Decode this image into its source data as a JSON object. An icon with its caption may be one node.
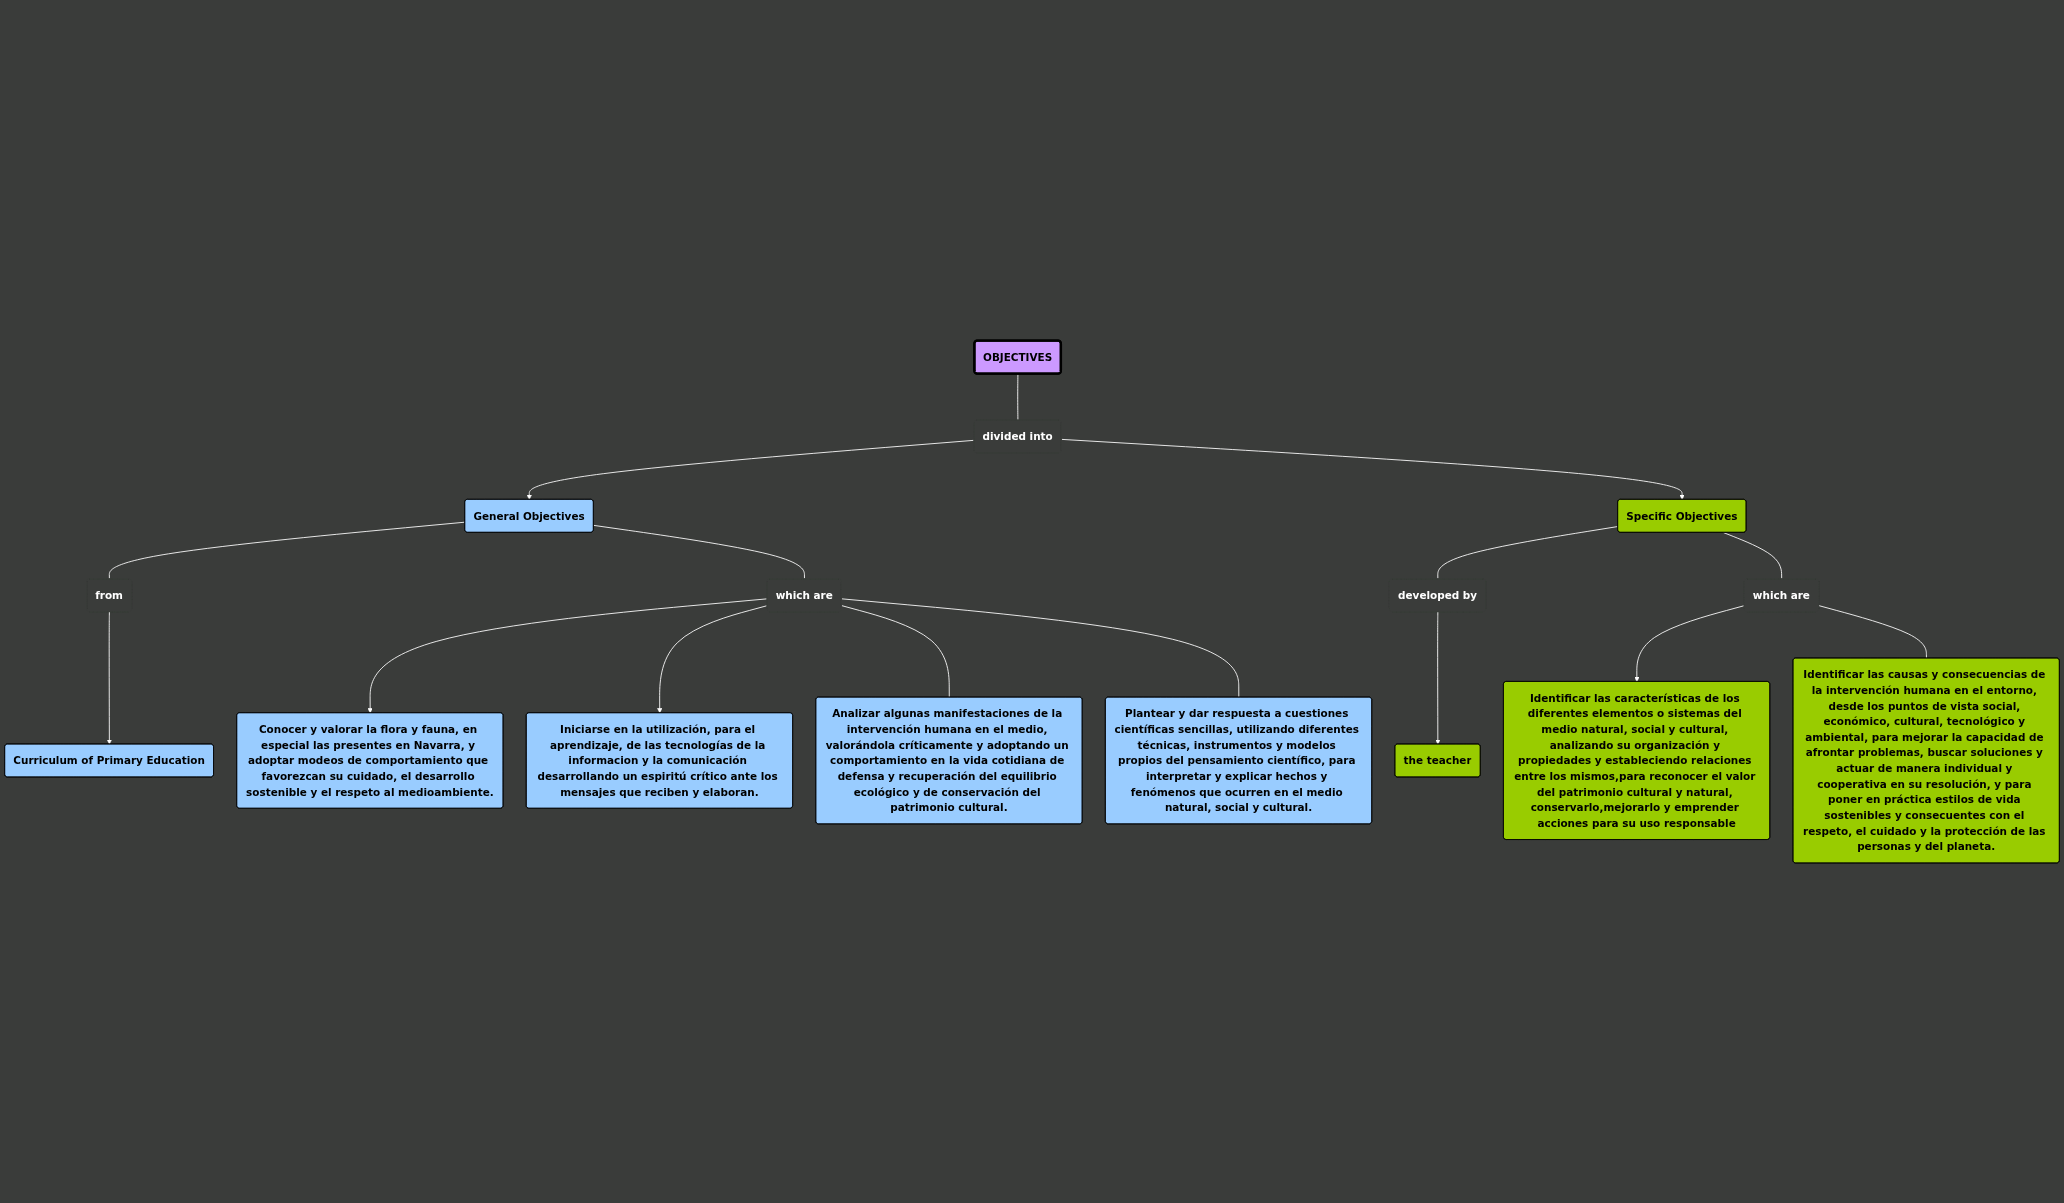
{
  "diagram": {
    "nodes": [
      {
        "text": [
          "OBJECTIVES"
        ]
      },
      {
        "text": [
          "divided into"
        ]
      },
      {
        "text": [
          "General Objectives"
        ]
      },
      {
        "text": [
          "Specific Objectives"
        ]
      },
      {
        "text": [
          "Curriculum of Primary Education"
        ]
      },
      {
        "text": [
          "from"
        ]
      },
      {
        "text": [
          "developed by"
        ]
      },
      {
        "text": [
          "the teacher"
        ]
      },
      {
        "text": [
          "which are"
        ]
      },
      {
        "text": [
          "which are"
        ]
      },
      {
        "text": [
          "Conocer y valorar la flora y fauna, en especial las presentes en Navarra, y adoptar modeos de comportamiento que favorezcan su cuidado, el desarrollo sostenible y el respeto al medioambiente."
        ]
      },
      {
        "text": [
          "Iniciarse en la utilización, para el aprendizaje, de las tecnologías de la informacion y la comunicación desarrollando un espiritú crítico ante los mensajes que reciben y elaboran."
        ]
      },
      {
        "text": [
          "Analizar algunas manifestaciones de la intervención humana en el medio, valorándola críticamente y adoptando un comportamiento en la vida cotidiana de defensa y recuperación del equilibrio ecológico y de conservación del patrimonio cultural."
        ]
      },
      {
        "text": [
          "Plantear y dar respuesta a cuestiones científicas sencillas, utilizando diferentes técnicas, instrumentos y modelos propios del pensamiento científico, para interpretar y explicar hechos y fenómenos que ocurren en el medio natural, social y cultural."
        ]
      },
      {
        "text": [
          "Identificar las características de los diferentes elementos o sistemas del medio natural, social y cultural, analizando su organización y propiedades y estableciendo relaciones entre los mismos,para reconocer el valor del patrimonio cultural y natural, conservarlo,mejorarlo y emprender acciones para su uso responsable"
        ]
      },
      {
        "text": [
          "Identificar las causas y consecuencias de la intervención humana en el entorno, desde los puntos de vista social, económico, cultural, tecnológico y ambiental, para mejorar la capacidad de afrontar problemas, buscar soluciones y actuar de manera individual y cooperativa en su resolución, y para poner en práctica estilos de vida sostenibles y consecuentes con el respeto, el cuidado y la protección de las personas y del planeta."
        ]
      }
    ],
    "edges": [
      {
        "from": 0,
        "to": 1,
        "arrow": "none"
      },
      {
        "from": 1,
        "to": 2,
        "arrow": "to"
      },
      {
        "from": 1,
        "to": 3,
        "arrow": "to"
      },
      {
        "from": 2,
        "to": 5,
        "arrow": "none"
      },
      {
        "from": 5,
        "to": 4,
        "arrow": "to"
      },
      {
        "from": 3,
        "to": 6,
        "arrow": "none"
      },
      {
        "from": 6,
        "to": 7,
        "arrow": "to"
      },
      {
        "from": 2,
        "to": 8,
        "arrow": "none"
      },
      {
        "from": 8,
        "to": 10,
        "arrow": "to"
      },
      {
        "from": 8,
        "to": 11,
        "arrow": "to"
      },
      {
        "from": 8,
        "to": 12,
        "arrow": "none"
      },
      {
        "from": 8,
        "to": 13,
        "arrow": "none"
      },
      {
        "from": 3,
        "to": 9,
        "arrow": "none"
      },
      {
        "from": 9,
        "to": 14,
        "arrow": "to"
      },
      {
        "from": 9,
        "to": 15,
        "arrow": "none"
      }
    ]
  }
}
